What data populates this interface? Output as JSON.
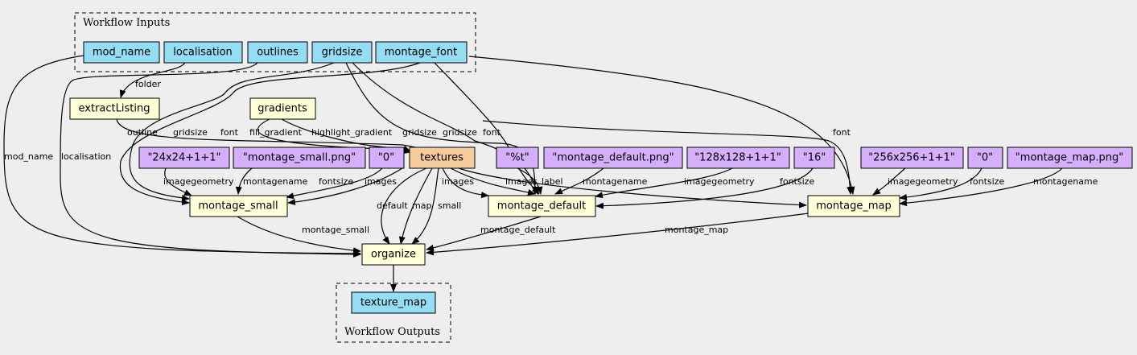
{
  "clusters": {
    "inputs": "Workflow Inputs",
    "outputs": "Workflow Outputs"
  },
  "colors": {
    "input": "#94ddf4",
    "step": "#ffffd8",
    "constant": "#d5aefc",
    "source": "#f7ca9c",
    "background": "#eeeeee"
  },
  "nodes": {
    "mod_name": "mod_name",
    "localisation": "localisation",
    "outlines": "outlines",
    "gridsize": "gridsize",
    "montage_font": "montage_font",
    "extractListing": "extractListing",
    "gradients": "gradients",
    "c_24x24": "\"24x24+1+1\"",
    "c_montage_small_png": "\"montage_small.png\"",
    "c_zero_a": "\"0\"",
    "textures": "textures",
    "c_pct_t": "\"%t\"",
    "c_montage_default_png": "\"montage_default.png\"",
    "c_128x128": "\"128x128+1+1\"",
    "c_16": "\"16\"",
    "c_256x256": "\"256x256+1+1\"",
    "c_zero_b": "\"0\"",
    "c_montage_map_png": "\"montage_map.png\"",
    "montage_small": "montage_small",
    "montage_default": "montage_default",
    "montage_map": "montage_map",
    "organize": "organize",
    "texture_map": "texture_map"
  },
  "edge_labels": {
    "folder": "folder",
    "mod_name": "mod_name",
    "localisation": "localisation",
    "outline": "outline",
    "gridsize_small": "gridsize",
    "font_small": "font",
    "fill_gradient": "fill_gradient",
    "highlight_gradient": "highlight_gradient",
    "gridsize_d1": "gridsize",
    "gridsize_d2": "gridsize",
    "font_d": "font",
    "font_map": "font",
    "imagegeometry_small": "imagegeometry",
    "montagename_small": "montagename",
    "fontsize_small": "fontsize",
    "images_small": "images",
    "images_default": "images",
    "images_d2": "images",
    "label": "label",
    "montagename_default": "montagename",
    "imagegeometry_default": "imagegeometry",
    "fontsize_default": "fontsize",
    "imagegeometry_map": "imagegeometry",
    "fontsize_map": "fontsize",
    "montagename_map": "montagename",
    "default": "default",
    "map": "map",
    "small": "small",
    "montage_small": "montage_small",
    "montage_default": "montage_default",
    "montage_map": "montage_map"
  }
}
